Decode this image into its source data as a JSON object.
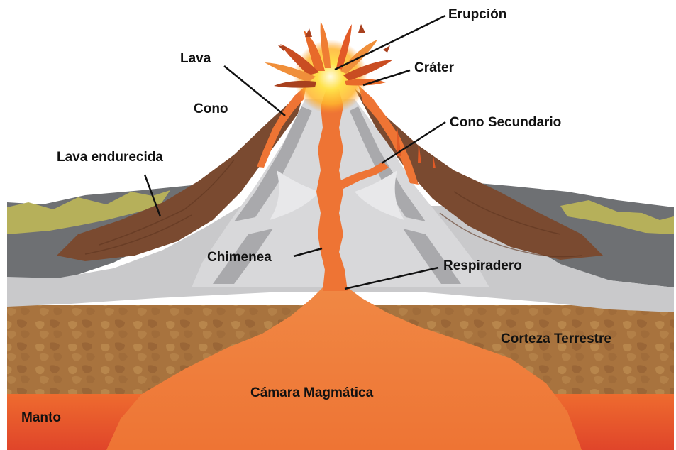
{
  "diagram": {
    "labels": {
      "erupcion": "Erupción",
      "lava": "Lava",
      "crater": "Cráter",
      "cono": "Cono",
      "cono_secundario": "Cono Secundario",
      "lava_endurecida": "Lava endurecida",
      "chimenea": "Chimenea",
      "respiradero": "Respiradero",
      "corteza_terrestre": "Corteza Terrestre",
      "camara_magmatica": "Cámara Magmática",
      "manto": "Manto"
    },
    "colors": {
      "magma": "#ee7434",
      "mantle": "#e8502a",
      "crust": "#a8733e",
      "hardened_lava": "#7a4a30",
      "ash_layers": "#c9c9cb",
      "ground_rock": "#6e7073",
      "vegetation": "#b6b05a",
      "eruption_glow": "#ffd23a"
    }
  }
}
